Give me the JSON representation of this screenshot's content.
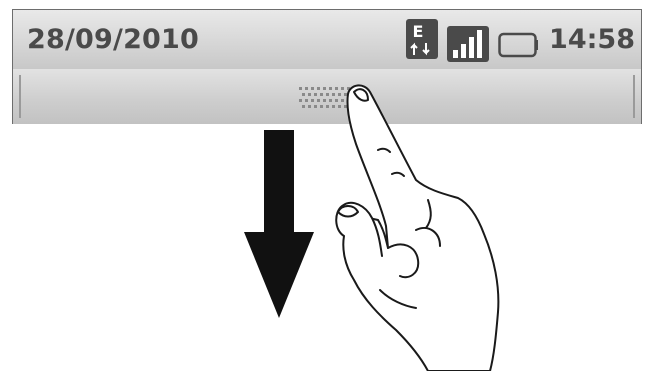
{
  "status_bar": {
    "date": "28/09/2010",
    "time": "14:58",
    "network_badge": "E",
    "icons": [
      "edge-data-icon",
      "signal-strength-icon",
      "battery-icon"
    ]
  },
  "notification_handle": {
    "icon": "grip-dots-icon"
  },
  "gesture": {
    "arrow": "arrow-down-icon",
    "hand": "pointing-hand-icon"
  }
}
